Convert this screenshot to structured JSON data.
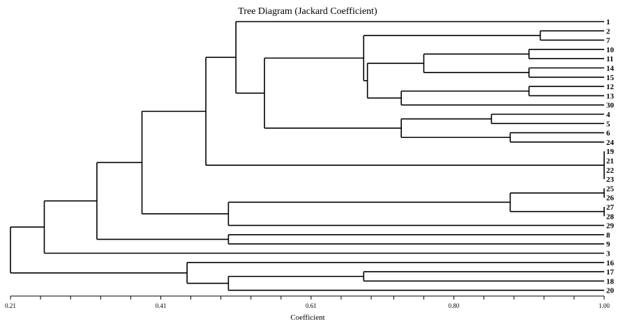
{
  "title": "Tree Diagram (Jackard Coefficient)",
  "xlabel": "Coefficient",
  "axis": {
    "min": 0.21,
    "max": 1.0,
    "tick_labels": [
      {
        "value": 0.21,
        "label": "0.21"
      },
      {
        "value": 0.41,
        "label": "0.41"
      },
      {
        "value": 0.61,
        "label": "0.61"
      },
      {
        "value": 0.8,
        "label": "0.80"
      },
      {
        "value": 1.0,
        "label": "1.00"
      }
    ],
    "minor_ticks": [
      0.21,
      0.25,
      0.29,
      0.33,
      0.37,
      0.41,
      0.45,
      0.49,
      0.53,
      0.57,
      0.61,
      0.65,
      0.69,
      0.72,
      0.76,
      0.8,
      0.84,
      0.88,
      0.92,
      0.96,
      1.0
    ]
  },
  "leaves": [
    "1",
    "2",
    "7",
    "10",
    "11",
    "14",
    "15",
    "12",
    "13",
    "30",
    "4",
    "5",
    "6",
    "24",
    "19",
    "21",
    "22",
    "23",
    "25",
    "26",
    "27",
    "28",
    "29",
    "8",
    "9",
    "3",
    "16",
    "17",
    "18",
    "20"
  ],
  "tree": {
    "h": 0.21,
    "c": [
      {
        "h": 0.255,
        "c": [
          {
            "h": 0.325,
            "c": [
              {
                "h": 0.385,
                "c": [
                  {
                    "h": 0.47,
                    "c": [
                      {
                        "h": 0.51,
                        "c": [
                          "1",
                          {
                            "h": 0.548,
                            "c": [
                              {
                                "h": 0.68,
                                "c": [
                                  {
                                    "h": 0.915,
                                    "c": [
                                      "2",
                                      "7"
                                    ]
                                  },
                                  {
                                    "h": 0.685,
                                    "c": [
                                      {
                                        "h": 0.76,
                                        "c": [
                                          {
                                            "h": 0.9,
                                            "c": [
                                              "10",
                                              "11"
                                            ]
                                          },
                                          {
                                            "h": 0.9,
                                            "c": [
                                              "14",
                                              "15"
                                            ]
                                          }
                                        ]
                                      },
                                      {
                                        "h": 0.73,
                                        "c": [
                                          {
                                            "h": 0.9,
                                            "c": [
                                              "12",
                                              "13"
                                            ]
                                          },
                                          "30"
                                        ]
                                      }
                                    ]
                                  }
                                ]
                              },
                              {
                                "h": 0.73,
                                "c": [
                                  {
                                    "h": 0.85,
                                    "c": [
                                      "4",
                                      "5"
                                    ]
                                  },
                                  {
                                    "h": 0.875,
                                    "c": [
                                      "6",
                                      "24"
                                    ]
                                  }
                                ]
                              }
                            ]
                          }
                        ]
                      },
                      {
                        "h": 1.0,
                        "c": [
                          "19",
                          "21",
                          "22",
                          "23"
                        ]
                      }
                    ]
                  },
                  {
                    "h": 0.5,
                    "c": [
                      {
                        "h": 0.875,
                        "c": [
                          {
                            "h": 1.0,
                            "c": [
                              "25",
                              "26"
                            ]
                          },
                          {
                            "h": 1.0,
                            "c": [
                              "27",
                              "28"
                            ]
                          }
                        ]
                      },
                      "29"
                    ]
                  }
                ]
              },
              {
                "h": 0.5,
                "c": [
                  "8",
                  "9"
                ]
              }
            ]
          },
          "3"
        ]
      },
      {
        "h": 0.445,
        "c": [
          "16",
          {
            "h": 0.5,
            "c": [
              {
                "h": 0.68,
                "c": [
                  "17",
                  "18"
                ]
              },
              "20"
            ]
          }
        ]
      }
    ]
  }
}
